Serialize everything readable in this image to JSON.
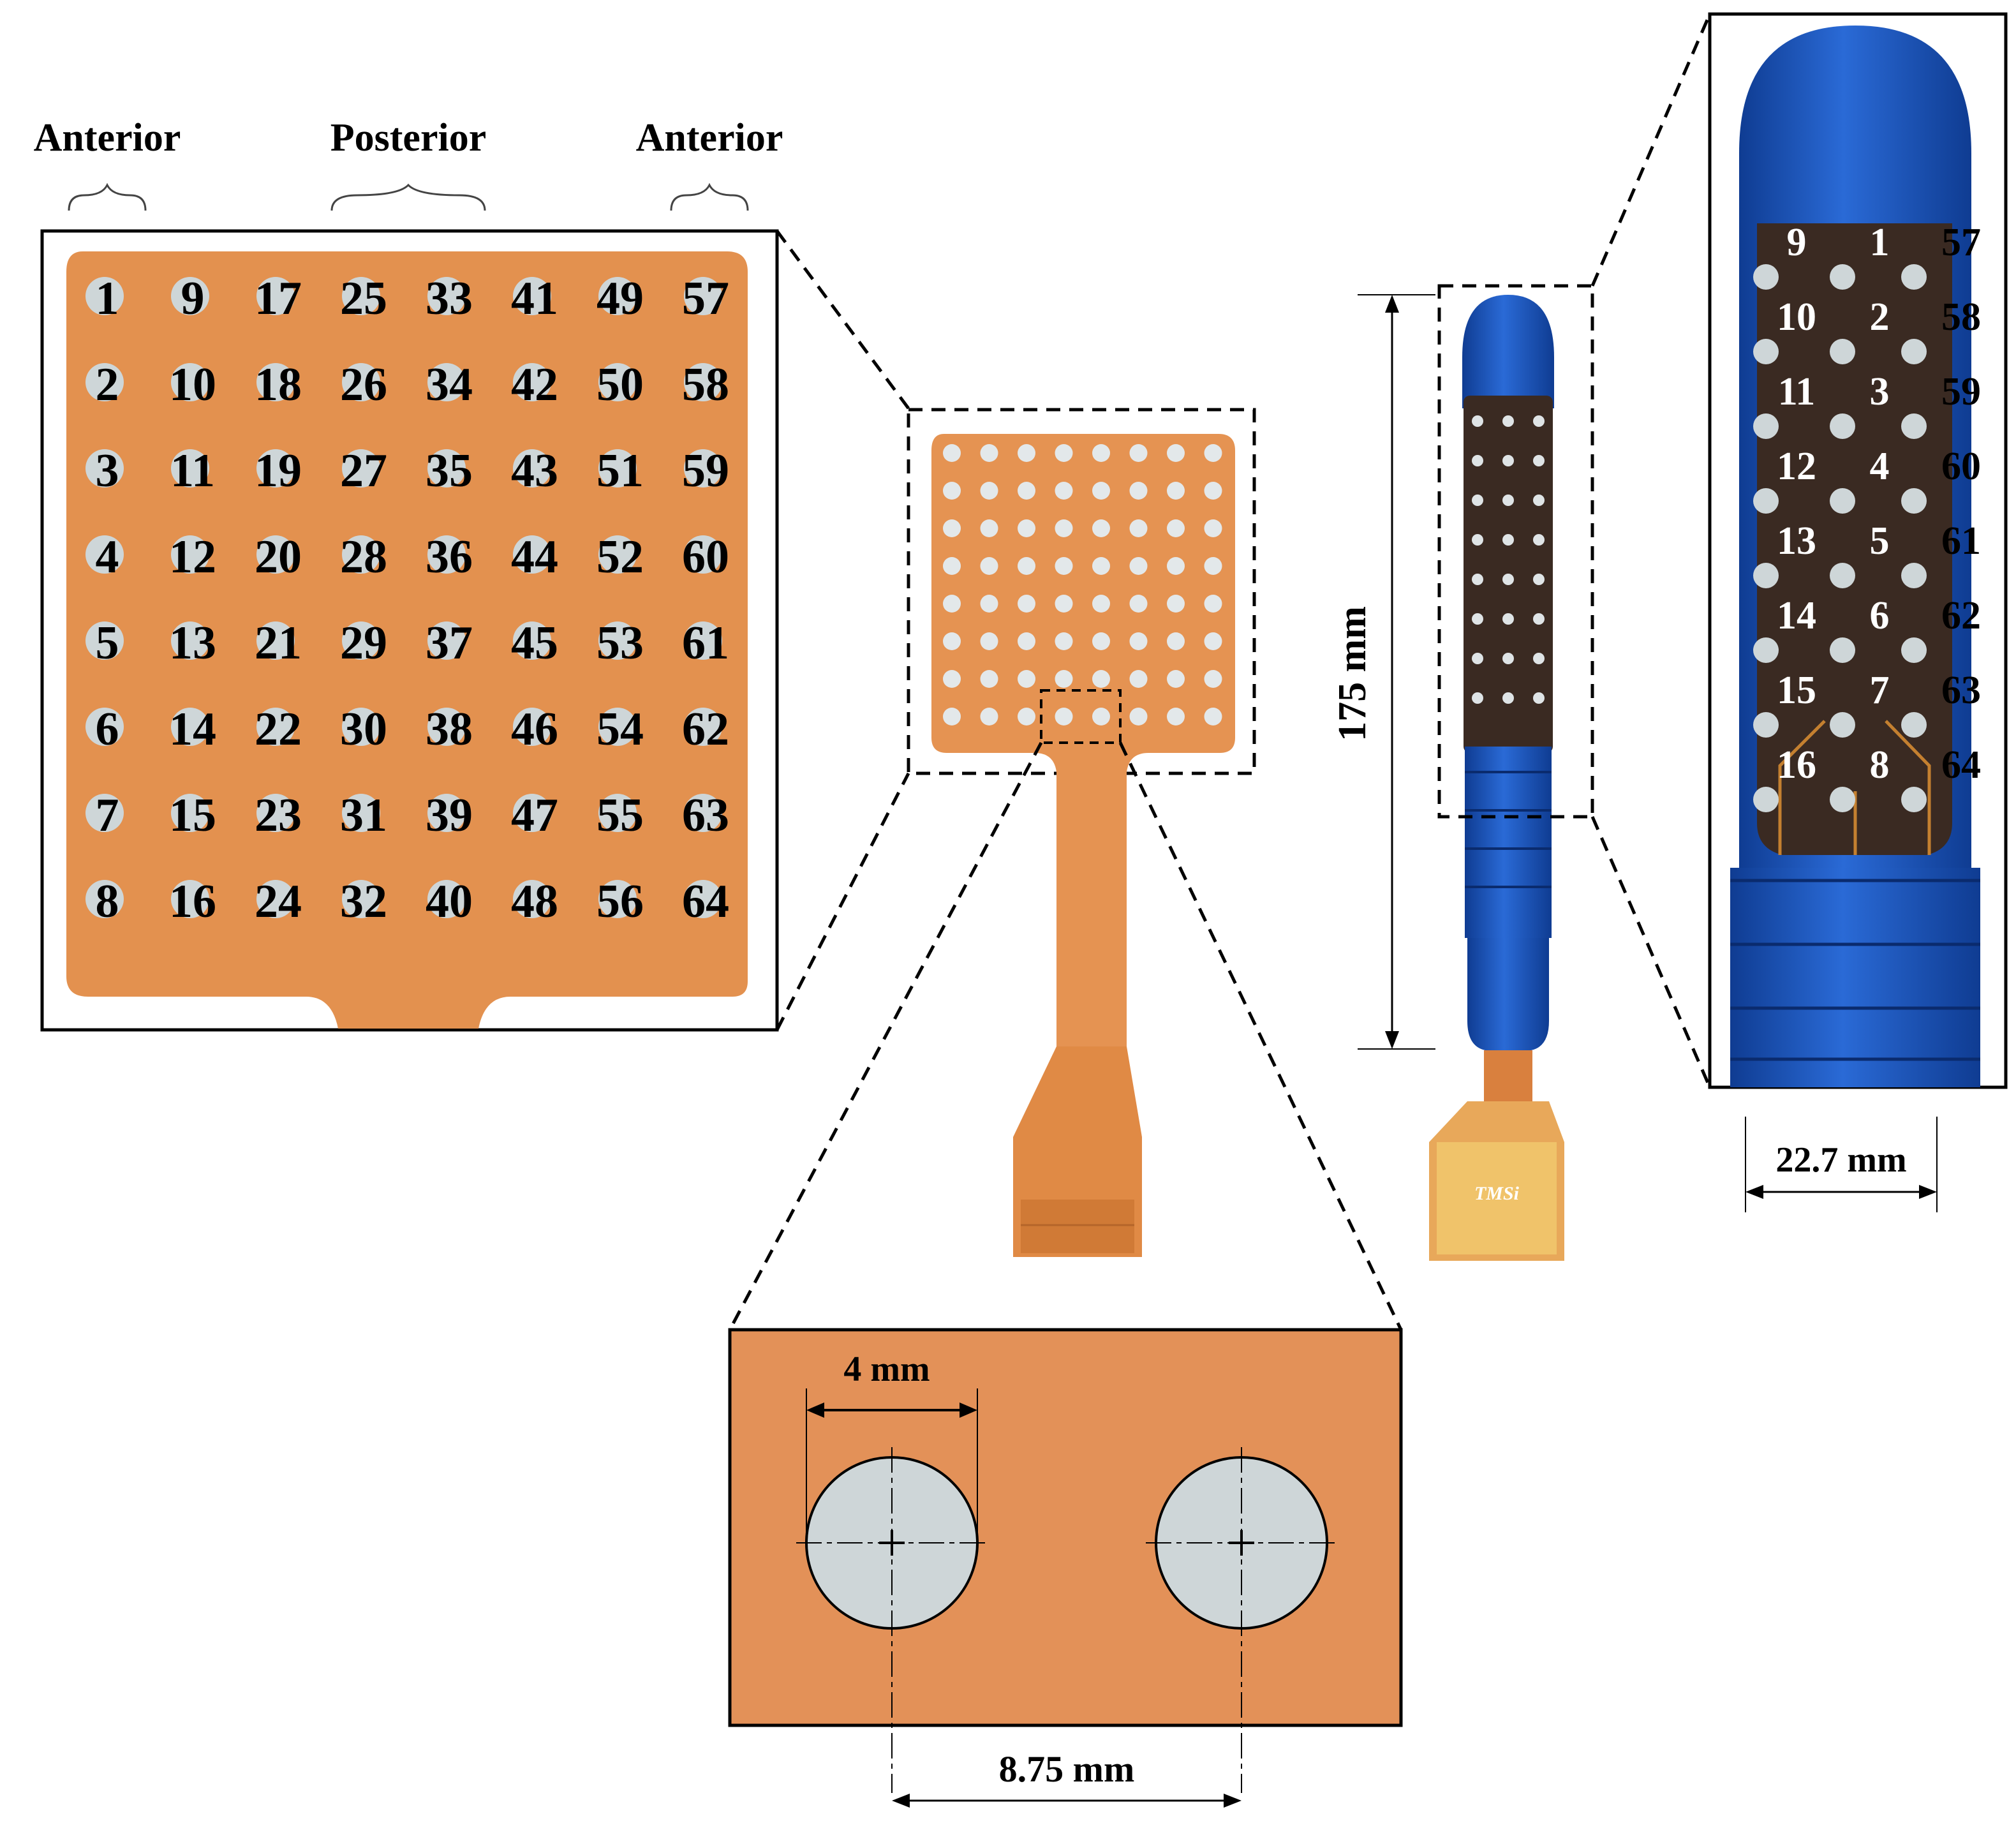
{
  "labels": {
    "anterior_left": "Anterior",
    "posterior": "Posterior",
    "anterior_right": "Anterior",
    "length": "175 mm",
    "width": "22.7 mm",
    "diameter": "4 mm",
    "spacing": "8.75 mm",
    "brand": "TMSi"
  },
  "grid": {
    "rows": 8,
    "cols": 8,
    "numbers": [
      [
        "1",
        "9",
        "17",
        "25",
        "33",
        "41",
        "49",
        "57"
      ],
      [
        "2",
        "10",
        "18",
        "26",
        "34",
        "42",
        "50",
        "58"
      ],
      [
        "3",
        "11",
        "19",
        "27",
        "35",
        "43",
        "51",
        "59"
      ],
      [
        "4",
        "12",
        "20",
        "28",
        "36",
        "44",
        "52",
        "60"
      ],
      [
        "5",
        "13",
        "21",
        "29",
        "37",
        "45",
        "53",
        "61"
      ],
      [
        "6",
        "14",
        "22",
        "30",
        "38",
        "46",
        "54",
        "62"
      ],
      [
        "7",
        "15",
        "23",
        "31",
        "39",
        "47",
        "55",
        "63"
      ],
      [
        "8",
        "16",
        "24",
        "32",
        "40",
        "48",
        "56",
        "64"
      ]
    ]
  },
  "probe": {
    "left_column": [
      "9",
      "10",
      "11",
      "12",
      "13",
      "14",
      "15",
      "16"
    ],
    "center_column": [
      "1",
      "2",
      "3",
      "4",
      "5",
      "6",
      "7",
      "8"
    ],
    "right_column": [
      "57",
      "58",
      "59",
      "60",
      "61",
      "62",
      "63",
      "64"
    ]
  },
  "colors": {
    "copper": "#e39055",
    "copper_dark": "#c86f32",
    "electrode": "#ced6d8",
    "probe_blue": "#1d54b8",
    "probe_dark": "#3a2a22"
  }
}
